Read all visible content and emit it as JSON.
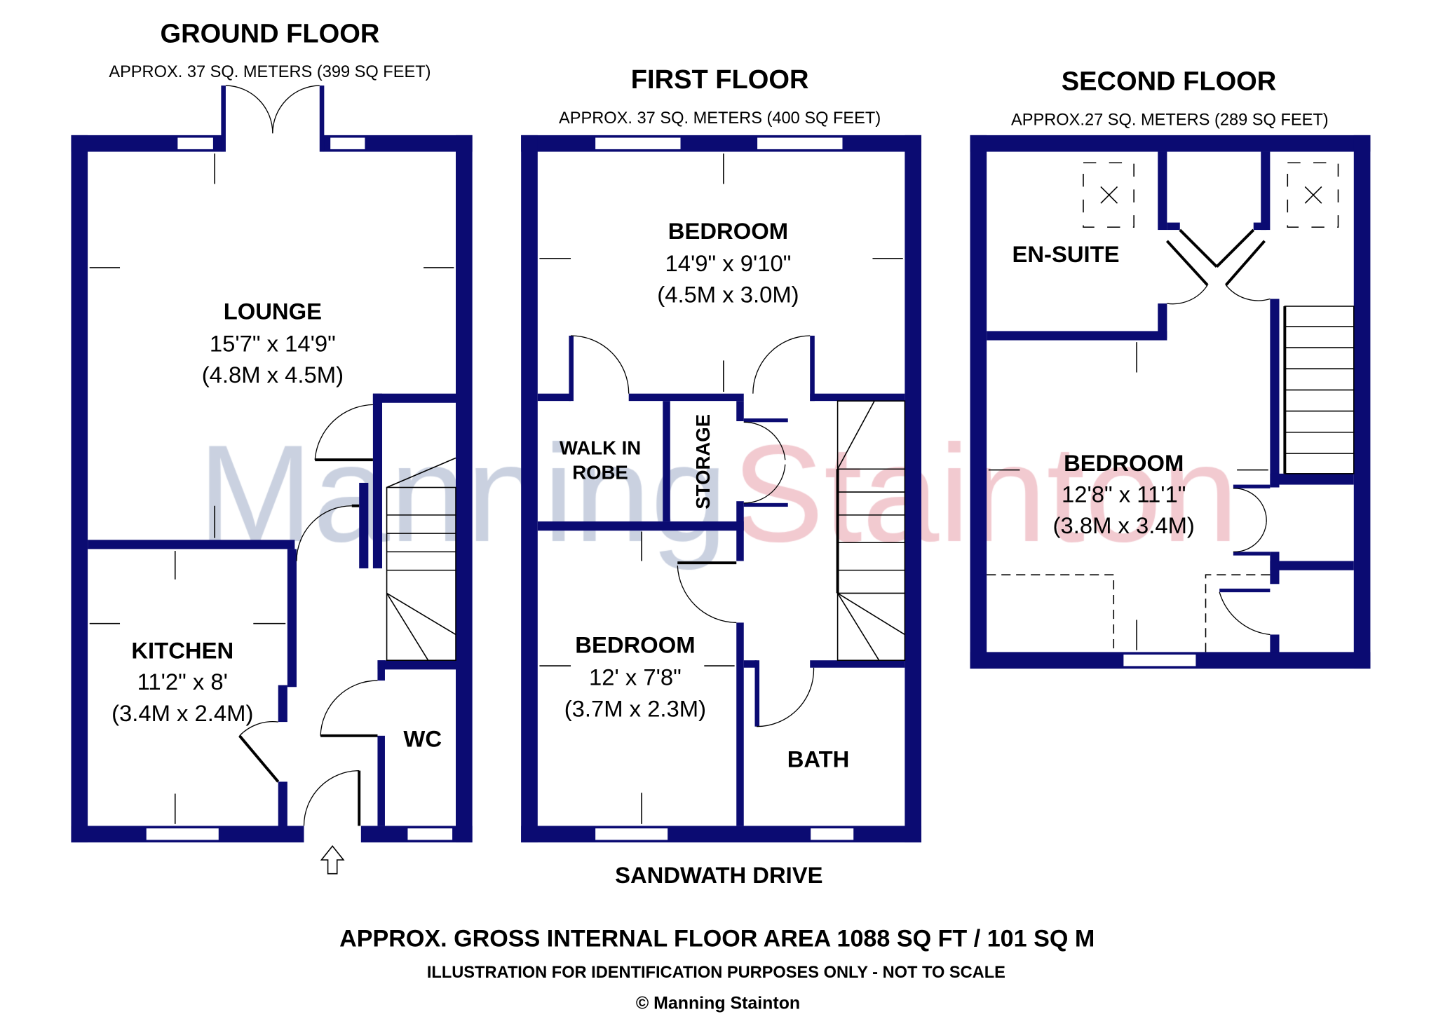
{
  "ground_floor": {
    "title": "GROUND FLOOR",
    "area": "APPROX. 37 SQ. METERS (399 SQ FEET)",
    "rooms": [
      {
        "name": "LOUNGE",
        "dim_imperial": "15'7\" x 14'9\"",
        "dim_metric": "(4.8M x 4.5M)"
      },
      {
        "name": "KITCHEN",
        "dim_imperial": "11'2\" x 8'",
        "dim_metric": "(3.4M x 2.4M)"
      },
      {
        "name": "WC"
      }
    ]
  },
  "first_floor": {
    "title": "FIRST FLOOR",
    "area": "APPROX. 37 SQ. METERS (400 SQ FEET)",
    "rooms": [
      {
        "name": "BEDROOM",
        "dim_imperial": "14'9\" x 9'10\"",
        "dim_metric": "(4.5M x 3.0M)"
      },
      {
        "name_line1": "WALK IN",
        "name_line2": "ROBE"
      },
      {
        "name": "STORAGE"
      },
      {
        "name": "BEDROOM",
        "dim_imperial": "12' x 7'8\"",
        "dim_metric": "(3.7M x 2.3M)"
      },
      {
        "name": "BATH"
      }
    ],
    "street": "SANDWATH DRIVE"
  },
  "second_floor": {
    "title": "SECOND FLOOR",
    "area": "APPROX.27 SQ. METERS (289 SQ FEET)",
    "rooms": [
      {
        "name": "EN-SUITE"
      },
      {
        "name": "BEDROOM",
        "dim_imperial": "12'8\" x 11'1\"",
        "dim_metric": "(3.8M x 3.4M)"
      }
    ]
  },
  "watermark": {
    "part1": "Manning",
    "part2": "Stainton"
  },
  "footer": {
    "gross_area": "APPROX. GROSS INTERNAL FLOOR AREA 1088 SQ FT / 101 SQ M",
    "disclaimer": "ILLUSTRATION FOR IDENTIFICATION PURPOSES ONLY - NOT TO SCALE",
    "copyright": "© Manning Stainton"
  },
  "colors": {
    "wall": "#0b0b72",
    "watermark_grey": "#b8c2d6",
    "watermark_pink": "#eeb8c0"
  }
}
